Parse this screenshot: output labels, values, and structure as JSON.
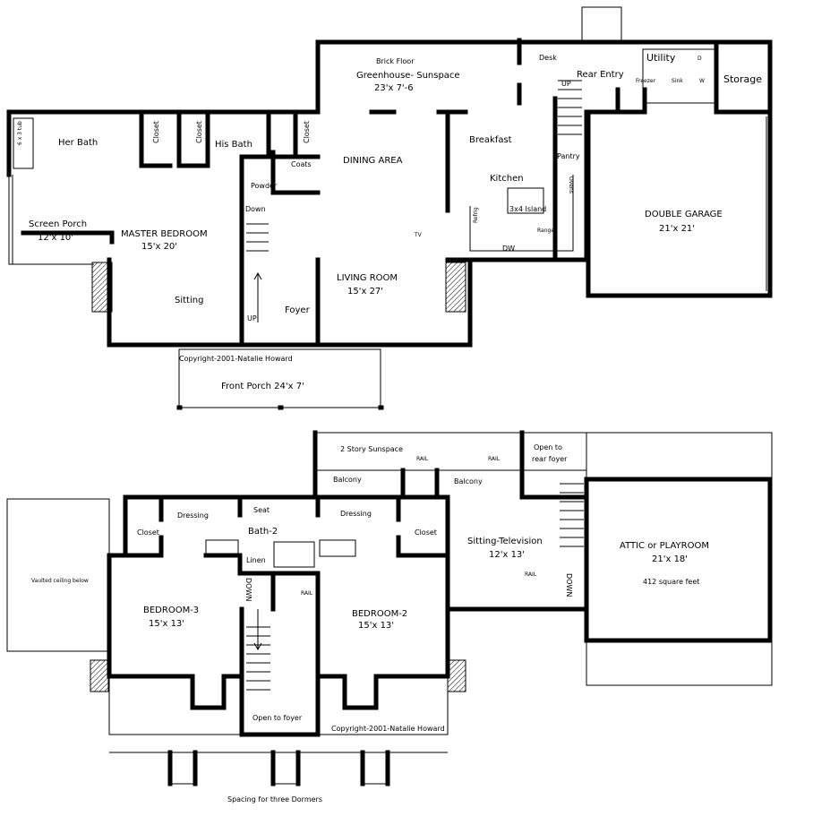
{
  "first_floor": {
    "rooms": {
      "tub": "6 x 3 tub",
      "her_bath": "Her Bath",
      "closet_1": "Closet",
      "closet_2": "Closet",
      "his_bath": "His Bath",
      "closet_3": "Closet",
      "coats": "Coats",
      "powder": "Powder",
      "down": "Down",
      "up": "UP",
      "foyer": "Foyer",
      "screen_porch": "Screen Porch",
      "screen_porch_size": "12'x 10'",
      "master_bedroom": "MASTER BEDROOM",
      "master_bedroom_size": "15'x 20'",
      "sitting": "Sitting",
      "brick_floor": "Brick Floor",
      "greenhouse": "Greenhouse- Sunspace",
      "greenhouse_size": "23'x 7'-6",
      "dining_area": "DINING AREA",
      "living_room": "LIVING ROOM",
      "living_room_size": "15'x 27'",
      "tv": "TV",
      "desk": "Desk",
      "rear_entry": "Rear Entry",
      "stair_up": "UP",
      "breakfast": "Breakfast",
      "pantry": "Pantry",
      "kitchen": "Kitchen",
      "island": "3x4 Island",
      "ovens": "Ovens",
      "refrig": "Refrig",
      "range": "Range",
      "dw": "DW",
      "utility": "Utility",
      "freezer": "Freezer",
      "sink": "Sink",
      "dryer": "D",
      "washer": "W",
      "storage": "Storage",
      "double_garage": "DOUBLE GARAGE",
      "double_garage_size": "21'x 21'",
      "front_porch": "Front Porch  24'x 7'"
    },
    "copyright": "Copyright-2001-Natalie Howard"
  },
  "second_floor": {
    "rooms": {
      "sunspace": "2 Story Sunspace",
      "rail_1": "RAIL",
      "rail_2": "RAIL",
      "rail_3": "RAIL",
      "rail_4": "RAIL",
      "balcony_1": "Balcony",
      "balcony_2": "Balcony",
      "open_rear_foyer_1": "Open to",
      "open_rear_foyer_2": "rear foyer",
      "vaulted": "Vaulted ceiling below",
      "dressing_1": "Dressing",
      "dressing_2": "Dressing",
      "seat": "Seat",
      "bath2": "Bath-2",
      "closet_1": "Closet",
      "closet_2": "Closet",
      "linen": "Linen",
      "down_1": "DOWN",
      "down_2": "DOWN",
      "bedroom3": "BEDROOM-3",
      "bedroom3_size": "15'x 13'",
      "bedroom2": "BEDROOM-2",
      "bedroom2_size": "15'x 13'",
      "sitting_tv": "Sitting-Television",
      "sitting_tv_size": "12'x 13'",
      "attic": "ATTIC or PLAYROOM",
      "attic_size": "21'x 18'",
      "attic_sqft": "412 square feet",
      "open_to_foyer": "Open to foyer",
      "dormers": "Spacing for three Dormers"
    },
    "copyright": "Copyright-2001-Natalie Howard"
  }
}
